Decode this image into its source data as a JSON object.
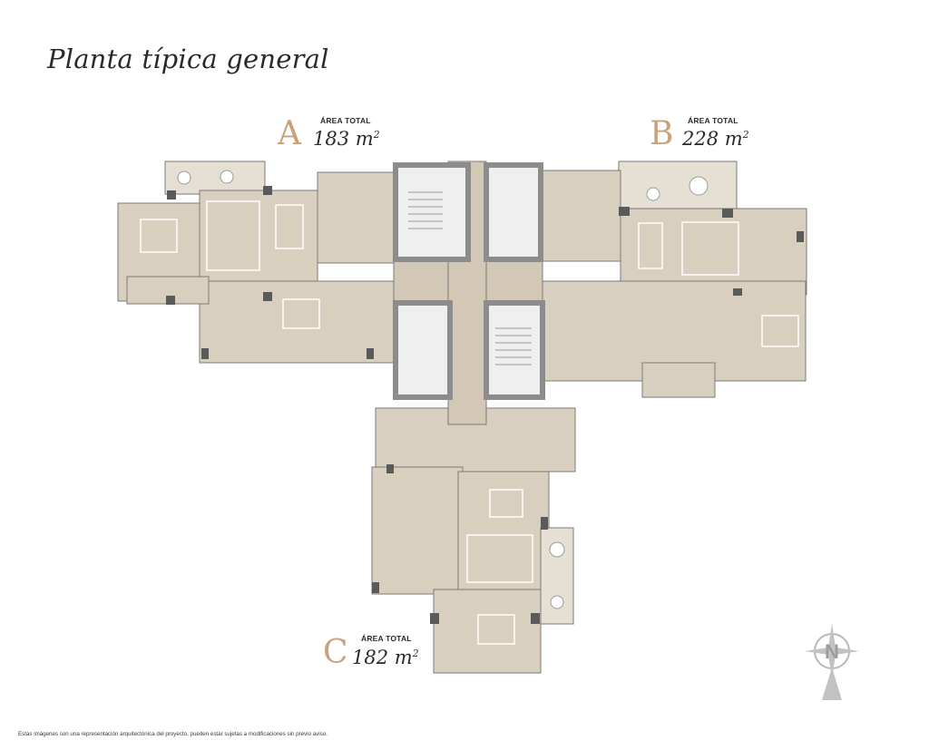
{
  "title": "Planta típica general",
  "units": [
    {
      "letter": "A",
      "caption": "ÁREA TOTAL",
      "value": "183 m",
      "sup": "2"
    },
    {
      "letter": "B",
      "caption": "ÁREA TOTAL",
      "value": "228 m",
      "sup": "2"
    },
    {
      "letter": "C",
      "caption": "ÁREA TOTAL",
      "value": "182 m",
      "sup": "2"
    }
  ],
  "compass_letter": "N",
  "disclaimer": "Estas imágenes son una representación arquitectónica del proyecto, pueden estar sujetas a modificaciones sin previo aviso.",
  "colors": {
    "floor": "#d9cfbe",
    "wall": "#6e6e6e",
    "core": "#8c8c8c",
    "accent": "#c9a27c",
    "terrace": "#e6dfd3"
  }
}
